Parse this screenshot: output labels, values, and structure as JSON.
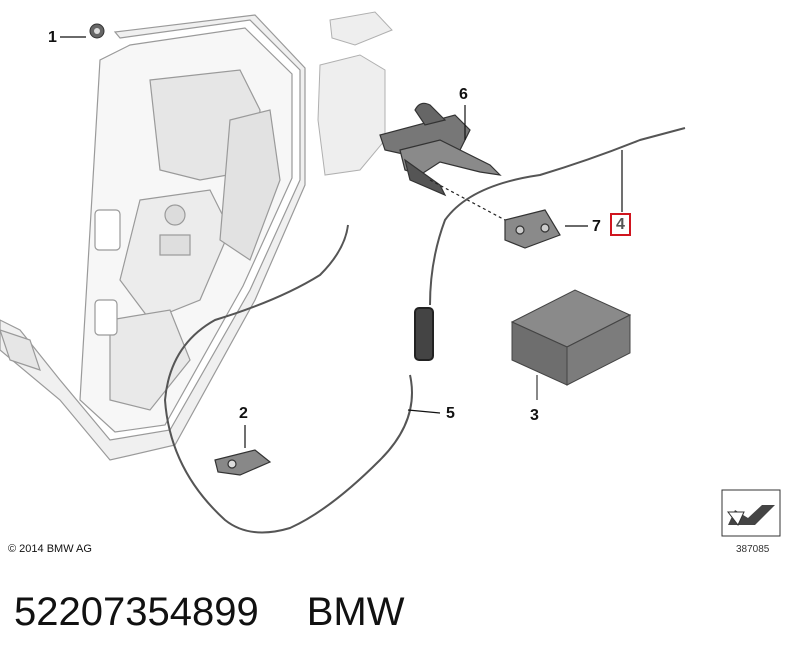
{
  "diagram": {
    "callouts": [
      {
        "id": "1",
        "label": "1"
      },
      {
        "id": "2",
        "label": "2"
      },
      {
        "id": "3",
        "label": "3"
      },
      {
        "id": "4",
        "label": "4",
        "highlighted": true
      },
      {
        "id": "5",
        "label": "5"
      },
      {
        "id": "6",
        "label": "6"
      },
      {
        "id": "7",
        "label": "7"
      }
    ],
    "copyright": "© 2014 BMW AG",
    "reference_number": "387085",
    "highlight_color": "#d0151f"
  },
  "caption": {
    "part_number": "52207354899",
    "brand": "BMW"
  }
}
